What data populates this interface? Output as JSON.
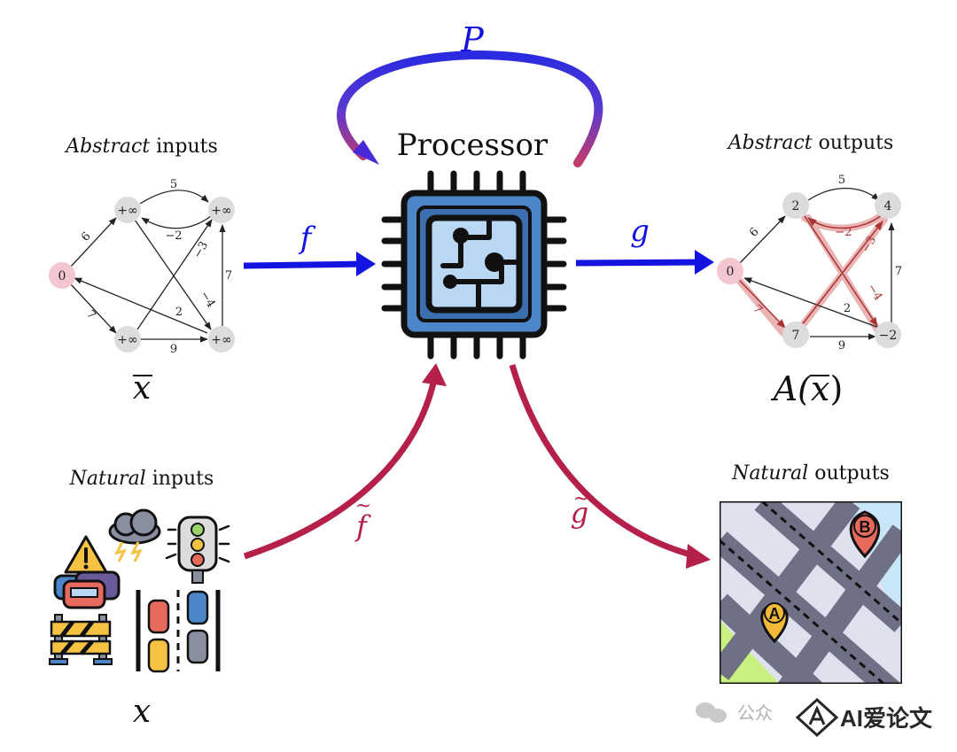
{
  "labels": {
    "p": "P",
    "processor": "Processor",
    "f": "f",
    "g": "g",
    "f_tilde": "f",
    "g_tilde": "g",
    "abstract_inputs_italic": "Abstract",
    "abstract_inputs_rest": " inputs",
    "abstract_outputs_italic": "Abstract",
    "abstract_outputs_rest": " outputs",
    "natural_inputs_italic": "Natural",
    "natural_inputs_rest": " inputs",
    "natural_outputs_italic": "Natural",
    "natural_outputs_rest": " outputs",
    "x_bar": "x",
    "x_plain": "x",
    "a_of_x_prefix": "A(",
    "a_of_x_var": "x",
    "a_of_x_suffix": ")"
  },
  "input_graph": {
    "nodes": [
      "0",
      "+∞",
      "+∞",
      "+∞",
      "+∞"
    ],
    "edge_weights": [
      "5",
      "−2",
      "6",
      "7",
      "−3",
      "7",
      "−4",
      "2",
      "9"
    ]
  },
  "output_graph": {
    "nodes": [
      "0",
      "2",
      "4",
      "7",
      "−2"
    ],
    "edge_weights": [
      "5",
      "−2",
      "6",
      "7",
      "−3",
      "7",
      "−4",
      "2",
      "9"
    ]
  },
  "map": {
    "marker_a": "A",
    "marker_b": "B"
  },
  "watermark": {
    "channel": "公众",
    "brand": "AI爱论文"
  },
  "colors": {
    "blue_arrow": "#1414e0",
    "crimson_arrow": "#b5204a",
    "source_node": "#f4c6d0",
    "plain_node": "#dcdcdc",
    "path_highlight": "#cf5a5a",
    "chip_blue": "#4a86c8"
  }
}
